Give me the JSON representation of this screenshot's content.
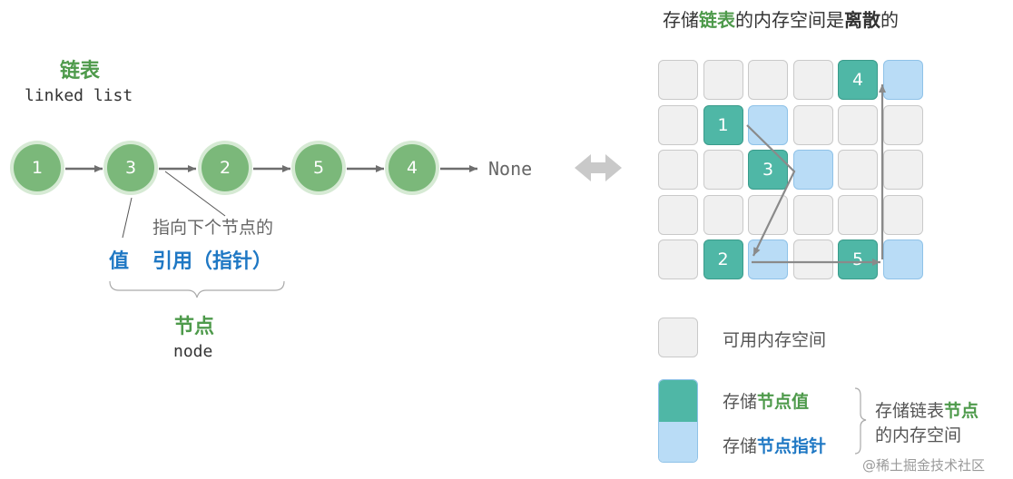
{
  "left": {
    "title_cn": "链表",
    "title_en": "linked list",
    "nodes": [
      "1",
      "3",
      "2",
      "5",
      "4"
    ],
    "end_label": "None",
    "pointer_desc": "指向下个节点的",
    "value_label": "值",
    "ref_label": "引用（指针）",
    "node_cn": "节点",
    "node_en": "node"
  },
  "right": {
    "title_pre": "存储",
    "title_emph1": "链表",
    "title_mid": "的内存空间是",
    "title_emph2": "离散",
    "title_post": "的",
    "grid_nodes": [
      {
        "value": "4",
        "row": 0,
        "col": 4
      },
      {
        "value": "1",
        "row": 1,
        "col": 1
      },
      {
        "value": "3",
        "row": 2,
        "col": 2
      },
      {
        "value": "2",
        "row": 4,
        "col": 1
      },
      {
        "value": "5",
        "row": 4,
        "col": 4
      }
    ]
  },
  "legend": {
    "free": "可用内存空间",
    "store_pre": "存储",
    "node_value": "节点值",
    "node_pointer": "节点指针",
    "group_pre": "存储链表",
    "group_emph": "节点",
    "group_post": "的内存空间"
  },
  "watermark": "@稀土掘金技术社区",
  "colors": {
    "node_fill": "#7bb87a",
    "green_text": "#4e9a4b",
    "blue_text": "#1f78c4",
    "value_cell": "#4fb7a6",
    "pointer_cell": "#b9dcf6",
    "free_cell": "#f0f0f0"
  }
}
